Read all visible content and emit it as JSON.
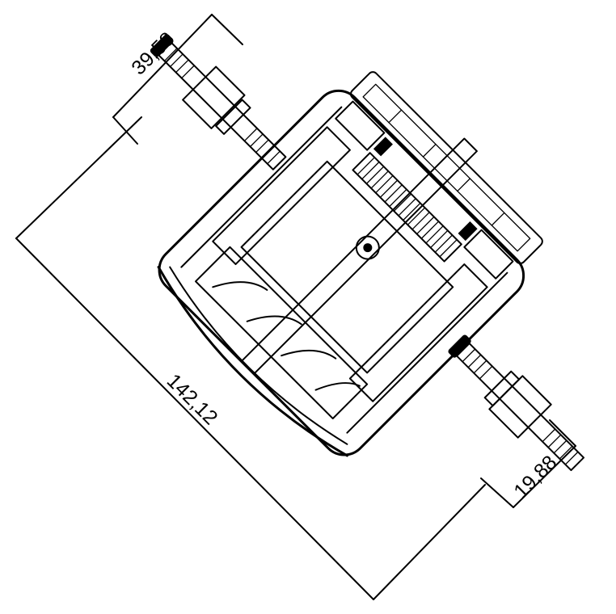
{
  "dimensions": {
    "overall_length": "142,12",
    "top_flange_width": "39,58",
    "bottom_flange_width": "19,88"
  }
}
